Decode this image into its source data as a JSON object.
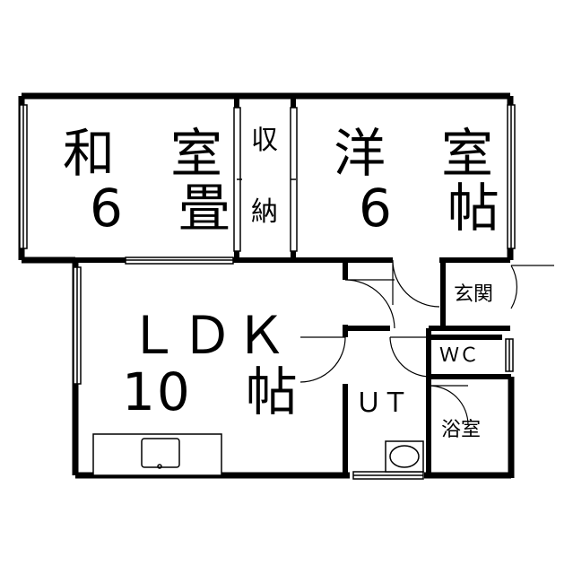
{
  "rooms": {
    "washitsu": {
      "name": "和　室",
      "size": "6　畳"
    },
    "storage": {
      "line1": "収",
      "line2": "納"
    },
    "yoshitsu": {
      "name": "洋　室",
      "size": "6　帖"
    },
    "ldk": {
      "name": "ＬＤＫ",
      "size": "10　帖"
    },
    "entrance": {
      "name": "玄関"
    },
    "wc": {
      "name": "ＷＣ"
    },
    "ut": {
      "name": "ＵＴ"
    },
    "bath": {
      "name": "浴室"
    }
  }
}
